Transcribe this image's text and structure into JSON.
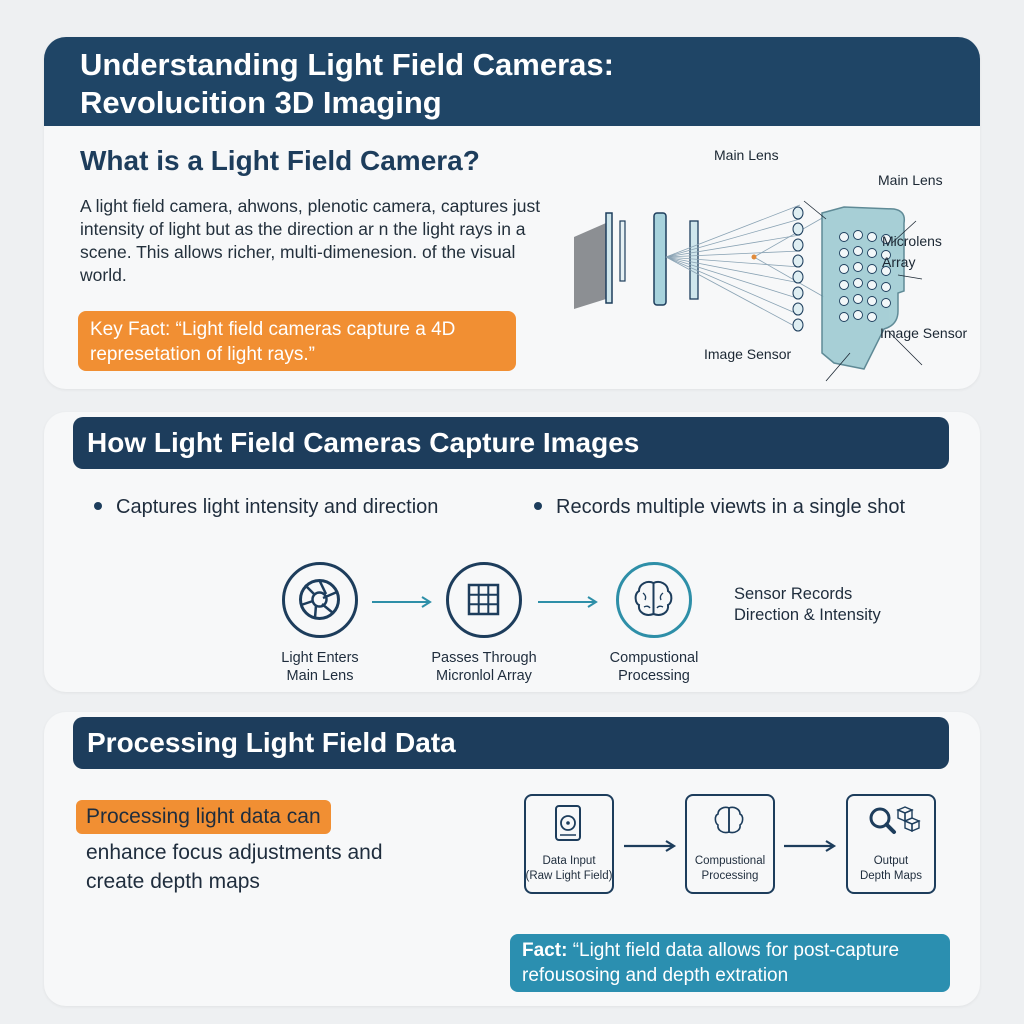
{
  "main_title": {
    "line1": "Understanding Light Field Cameras:",
    "line2": "Revolucition  3D Imaging"
  },
  "section1": {
    "heading": "What is a Light Field Camera?",
    "description": "A light field camera, ahwons, plenotic camera, captures just intensity of light but as the direction ar n the light rays in a scene. This allows richer, multi-dimenesion. of the visual world.",
    "key_fact": "Key Fact: “Light field cameras capture a 4D represetation of light rays.”",
    "diagram_labels": {
      "main_lens_top": "Main Lens",
      "main_lens_right": "Main Lens",
      "microlens_array_line1": "Microlens",
      "microlens_array_line2": "Array",
      "image_sensor_right": "Image Sensor",
      "image_sensor_bottom": "Image Sensor"
    }
  },
  "section2": {
    "heading": "How Light Field Cameras Capture Images",
    "bullets": [
      "Captures light intensity and direction",
      "Records multiple viewts in a single shot"
    ],
    "steps": [
      {
        "line1": "Light Enters",
        "line2": "Main Lens",
        "icon": "aperture-icon"
      },
      {
        "line1": "Passes Through",
        "line2": "Micronlol Array",
        "icon": "grid-icon"
      },
      {
        "line1": "Compustional",
        "line2": "Processing",
        "icon": "brain-icon"
      }
    ],
    "sensor_note": {
      "line1": "Sensor Records",
      "line2": "Direction & Intensity"
    }
  },
  "section3": {
    "heading": "Processing Light Field Data",
    "highlight": "Processing light data can",
    "text_line1": "enhance focus adjustments and",
    "text_line2": "create depth maps",
    "boxes": [
      {
        "line1": "Data Input",
        "line2": "(Raw Light Field)",
        "icon": "hard-drive-icon"
      },
      {
        "line1": "Compustional",
        "line2": "Processing",
        "icon": "brain-icon"
      },
      {
        "line1": "Output",
        "line2": "Depth Maps",
        "icon": "magnifier-cubes-icon"
      }
    ],
    "fact_label": "Fact:",
    "fact_text": "“Light field data allows for post-capture refousosing and depth extration"
  },
  "colors": {
    "navy": "#1d3d5c",
    "header_navy": "#1f4566",
    "orange": "#f18f33",
    "teal": "#2b8fb0",
    "background": "#eef0f2"
  }
}
